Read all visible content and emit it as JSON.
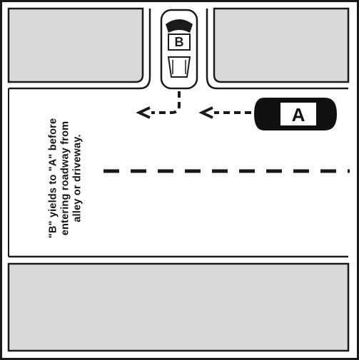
{
  "caption": {
    "line1": "\"B\" yields to \"A\" before",
    "line2": "entering roadway from",
    "line3": "alley or driveway."
  },
  "vehicles": {
    "a": {
      "label": "A"
    },
    "b": {
      "label": "B"
    }
  },
  "colors": {
    "pavement_gray": "#d9d9d9",
    "outline": "#1a1a1a",
    "car_body": "#111111",
    "arrow": "#1a1a1a"
  }
}
